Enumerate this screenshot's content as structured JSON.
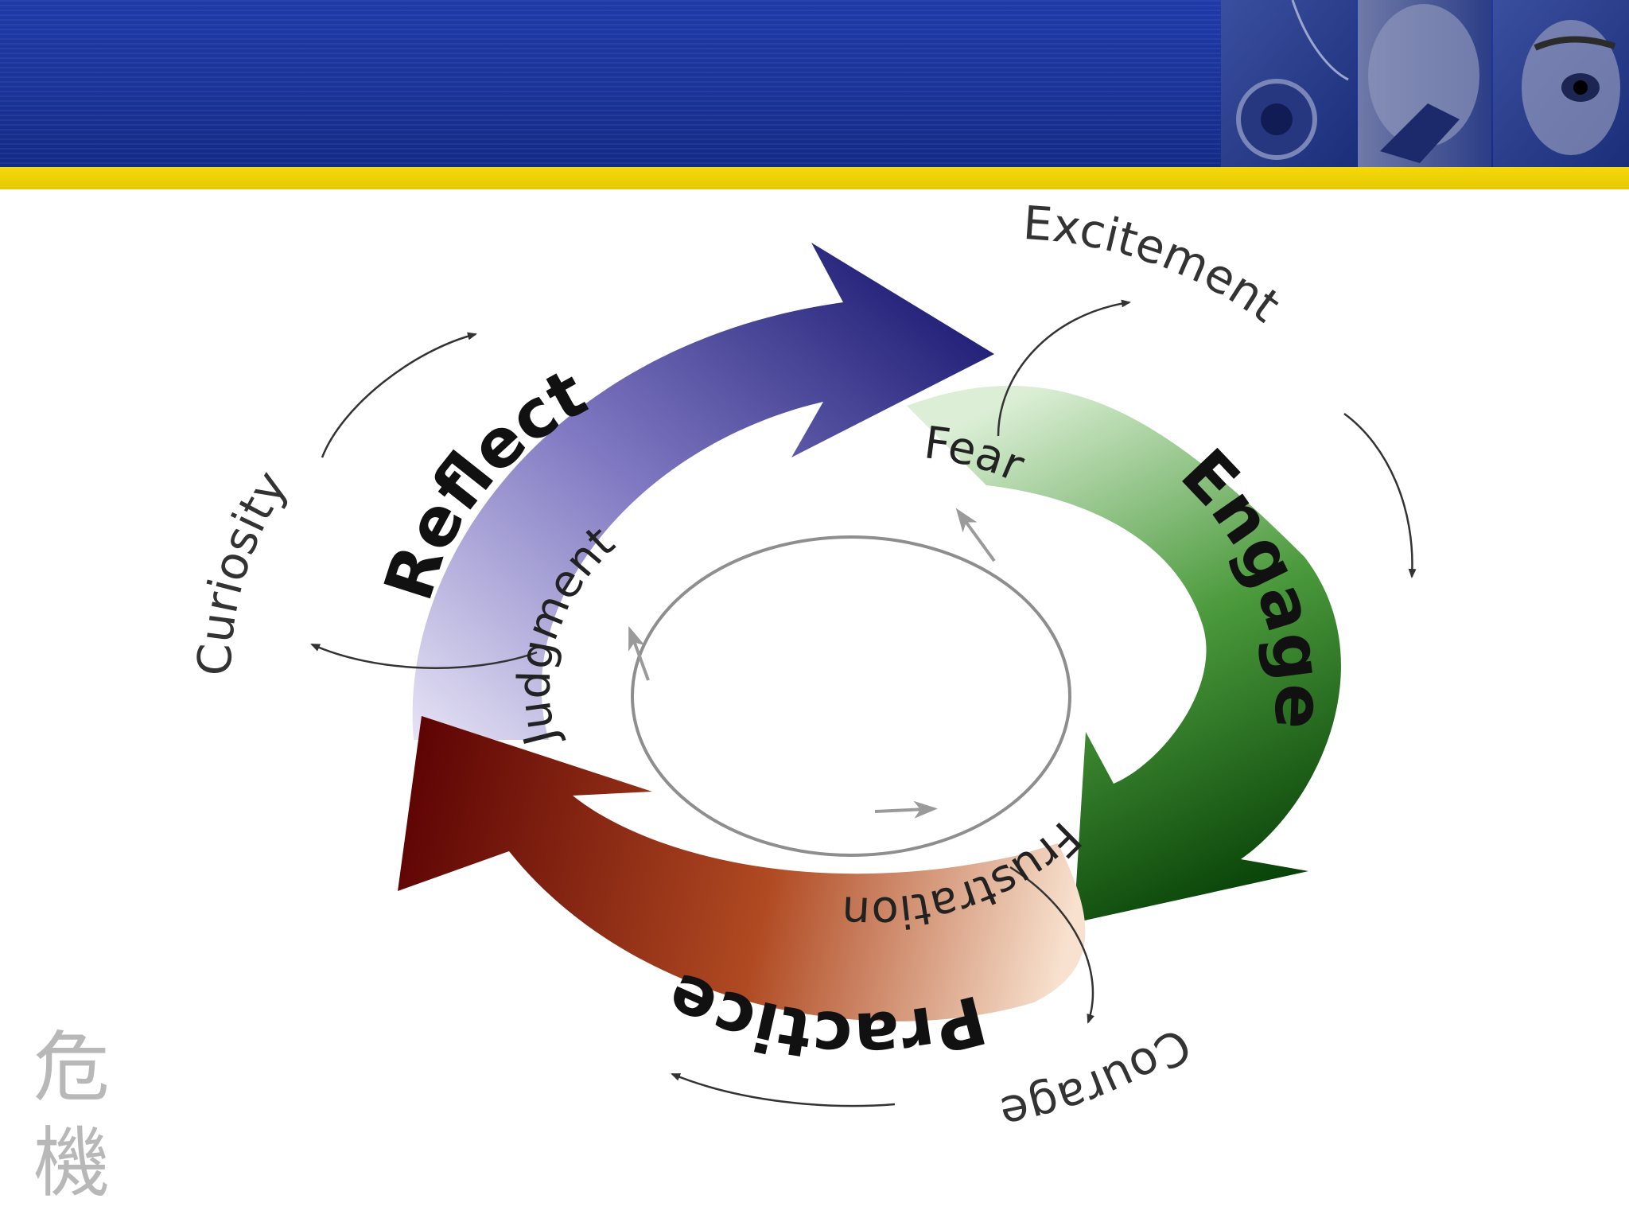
{
  "slide": {
    "header_colors": {
      "banner": "#1f3aa8",
      "stripe": "#f0d400"
    }
  },
  "cycle": {
    "stages": [
      {
        "label": "Reflect",
        "color": "#1b1b78"
      },
      {
        "label": "Engage",
        "color": "#0e5a12"
      },
      {
        "label": "Practice",
        "color": "#7a0c0c"
      }
    ],
    "outer_words": [
      "Excitement",
      "Courage",
      "Curiosity"
    ],
    "inner_words": [
      "Fear",
      "Frustration",
      "Judgment"
    ]
  },
  "watermark": {
    "glyphs": [
      "危",
      "機"
    ]
  }
}
